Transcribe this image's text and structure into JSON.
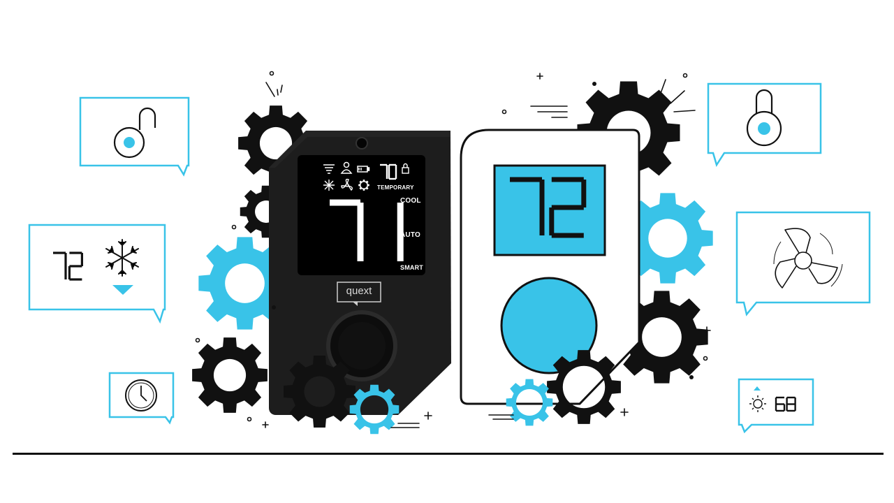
{
  "brand": "quext",
  "colors": {
    "accent": "#39c3e8",
    "ink": "#111111",
    "device": "#1d1d1d",
    "screen": "#000000"
  },
  "dark_thermostat": {
    "current_temperature": "71",
    "set_temperature": "70",
    "set_label": "TEMPORARY",
    "modes": [
      "COOL",
      "AUTO",
      "SMART"
    ],
    "status_icons": [
      "wifi-icon",
      "person-icon",
      "battery-icon",
      "lock-icon"
    ],
    "function_icons": [
      "snowflake-icon",
      "fan-icon",
      "gear-icon"
    ]
  },
  "light_thermostat": {
    "temperature": "72"
  },
  "callouts": {
    "unlocked": {
      "icon": "unlocked-padlock-icon"
    },
    "cooling": {
      "temperature": "72",
      "icon": "snowflake-icon",
      "indicator": "down-arrow-icon"
    },
    "schedule": {
      "icon": "clock-icon"
    },
    "locked": {
      "icon": "locked-padlock-icon"
    },
    "fan": {
      "icon": "fan-icon"
    },
    "heating": {
      "temperature": "68",
      "icon": "sun-icon",
      "indicator": "up-arrow-icon"
    }
  }
}
